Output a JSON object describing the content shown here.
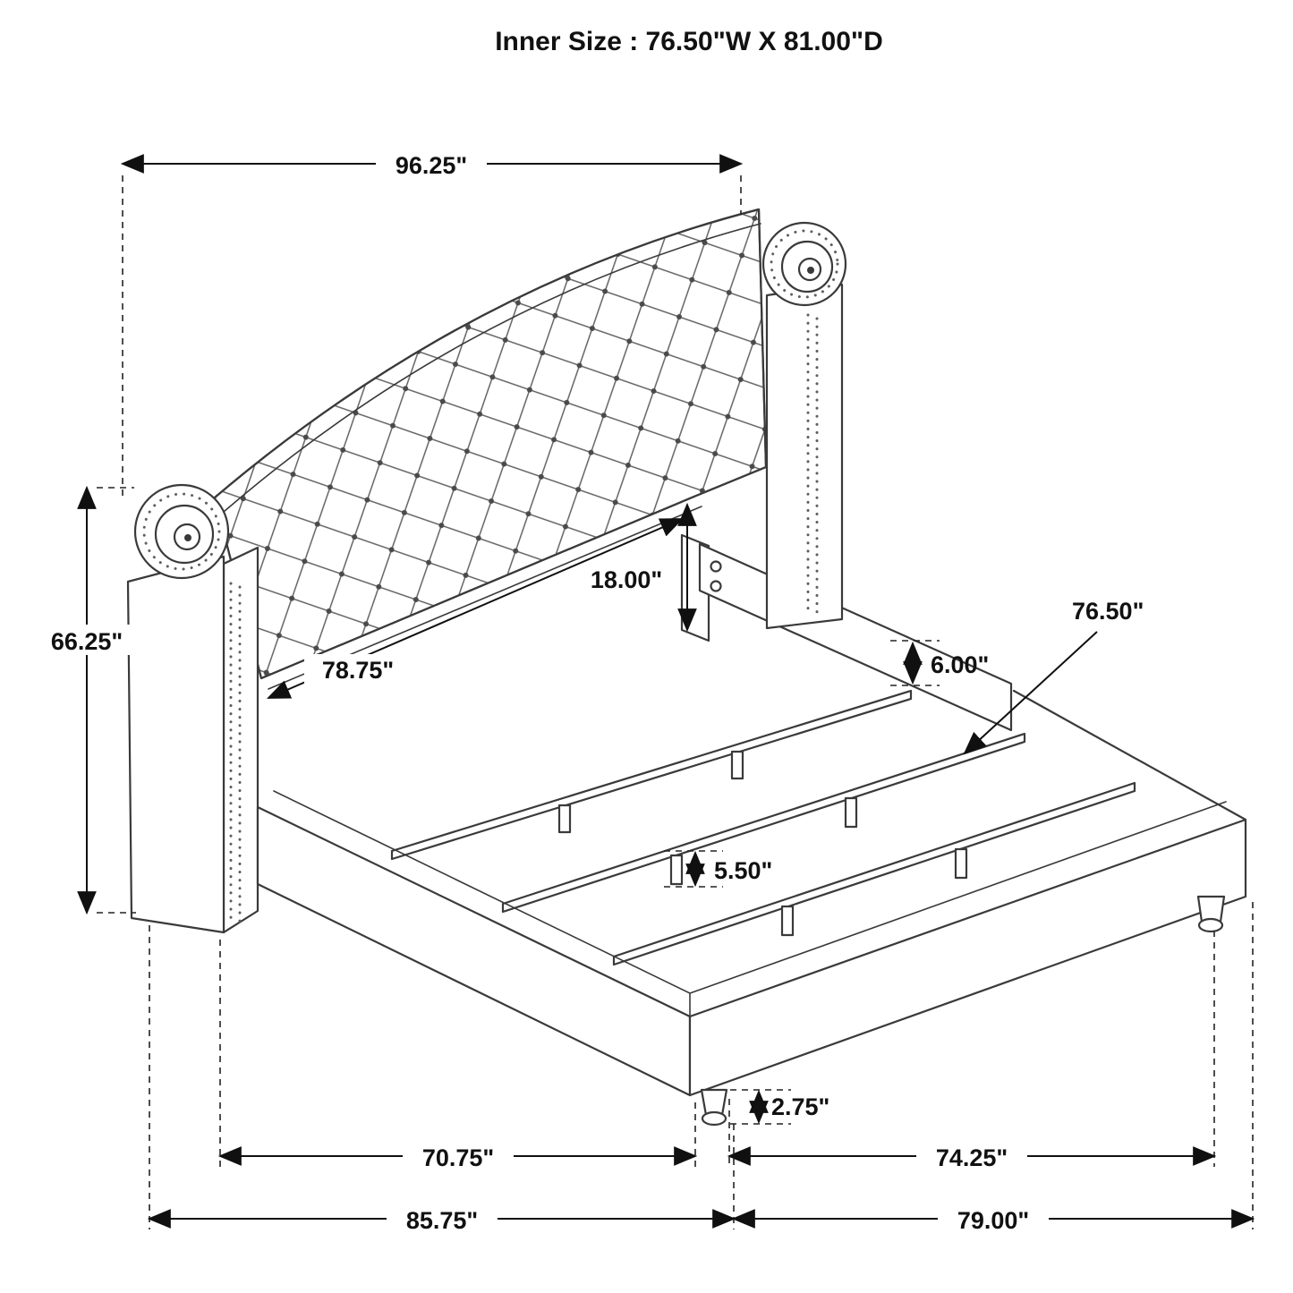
{
  "title": "Inner Size : 76.50\"W X 81.00\"D",
  "dimensions": {
    "overall_width": "96.25\"",
    "headboard_height": "66.25\"",
    "panel_to_rail_height": "18.00\"",
    "headboard_panel_width": "78.75\"",
    "rail_height": "6.00\"",
    "slat_length": "76.50\"",
    "slat_support_height": "5.50\"",
    "foot_height": "2.75\"",
    "footboard_width": "70.75\"",
    "side_rail_span": "74.25\"",
    "base_width": "85.75\"",
    "base_depth": "79.00\""
  }
}
